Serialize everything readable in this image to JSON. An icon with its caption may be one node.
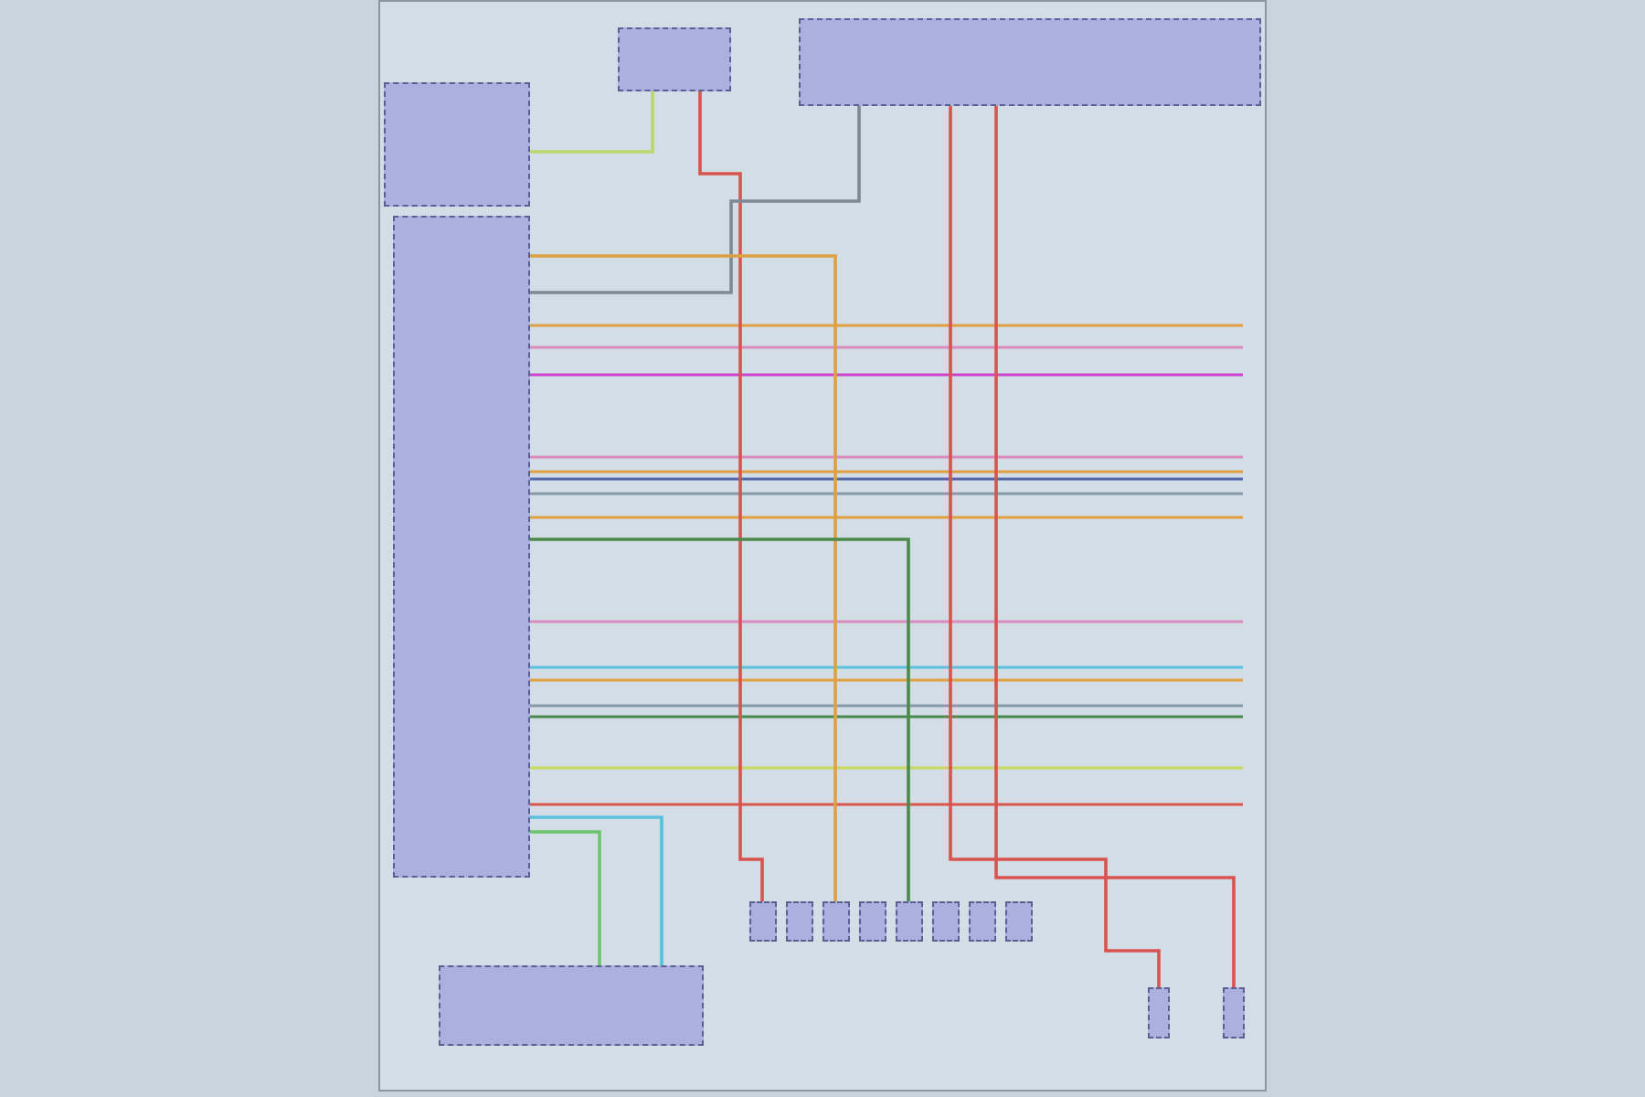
{
  "diagram": {
    "nodes": [
      {
        "text": [],
        "shape": "box"
      },
      {
        "text": [],
        "shape": "box"
      },
      {
        "text": [],
        "shape": "box"
      },
      {
        "text": [],
        "shape": "box"
      },
      {
        "text": [],
        "shape": "box"
      },
      {
        "text": [],
        "shape": "box"
      },
      {
        "text": [],
        "shape": "box"
      },
      {
        "text": [],
        "shape": "box"
      },
      {
        "text": [],
        "shape": "box"
      },
      {
        "text": [],
        "shape": "box"
      },
      {
        "text": [],
        "shape": "box"
      },
      {
        "text": [],
        "shape": "box"
      },
      {
        "text": [],
        "shape": "box"
      },
      {
        "text": [],
        "shape": "box"
      },
      {
        "text": [],
        "shape": "box"
      }
    ],
    "edges": [
      {
        "from": 0,
        "to": 1,
        "arrow": "none",
        "color": "#b8d86a"
      },
      {
        "from": 1,
        "to": 5,
        "arrow": "none",
        "color": "#d9534f"
      },
      {
        "from": 2,
        "to": 3,
        "arrow": "none",
        "color": "#7d8a94"
      },
      {
        "from": 3,
        "to": 4,
        "arrow": "none",
        "color": "#6cc46c"
      },
      {
        "from": 3,
        "to": 4,
        "arrow": "none",
        "color": "#5bc0de"
      },
      {
        "from": 3,
        "to": 7,
        "arrow": "none",
        "color": "#e0a040"
      },
      {
        "from": 3,
        "to": 9,
        "arrow": "none",
        "color": "#4a8a4a"
      },
      {
        "from": 2,
        "to": 13,
        "arrow": "none",
        "color": "#d9534f"
      },
      {
        "from": 2,
        "to": 14,
        "arrow": "none",
        "color": "#d9534f"
      }
    ]
  }
}
